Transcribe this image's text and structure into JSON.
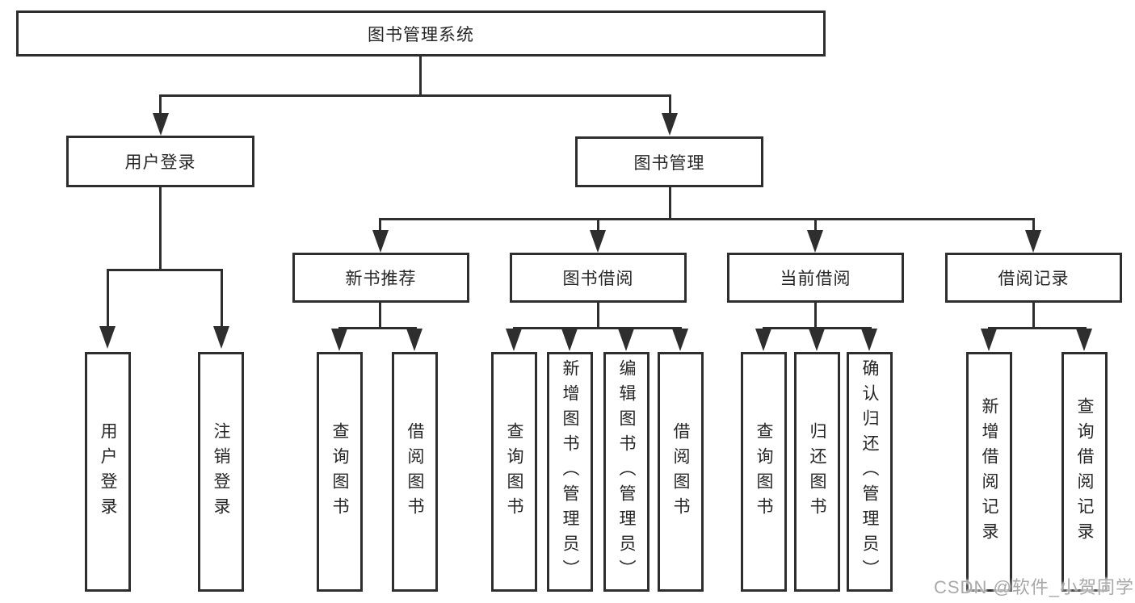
{
  "tree": {
    "label": "图书管理系统",
    "children": [
      {
        "label": "用户登录",
        "children": [
          {
            "label": "用户登录"
          },
          {
            "label": "注销登录"
          }
        ]
      },
      {
        "label": "图书管理",
        "children": [
          {
            "label": "新书推荐",
            "children": [
              {
                "label": "查询图书"
              },
              {
                "label": "借阅图书"
              }
            ]
          },
          {
            "label": "图书借阅",
            "children": [
              {
                "label": "查询图书"
              },
              {
                "label": "新增图书（管理员）"
              },
              {
                "label": "编辑图书（管理员）"
              },
              {
                "label": "借阅图书"
              }
            ]
          },
          {
            "label": "当前借阅",
            "children": [
              {
                "label": "查询图书"
              },
              {
                "label": "归还图书"
              },
              {
                "label": "确认归还（管理员）"
              }
            ]
          },
          {
            "label": "借阅记录",
            "children": [
              {
                "label": "新增借阅记录"
              },
              {
                "label": "查询借阅记录"
              }
            ]
          }
        ]
      }
    ]
  },
  "watermark": {
    "text": "CSDN @软件_小贺同学"
  },
  "colors": {
    "line": "#2e2e2e",
    "border": "#2e2e2e",
    "text": "#262626",
    "background": "#ffffff",
    "watermark": "#a9a9a9"
  }
}
